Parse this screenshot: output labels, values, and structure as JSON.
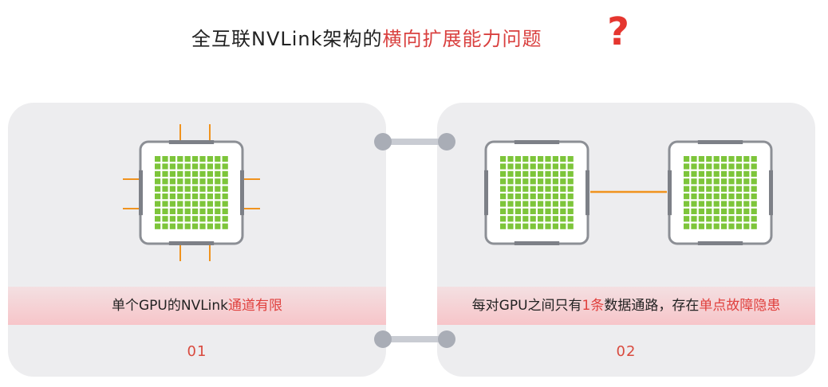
{
  "title": {
    "prefix": "全互联NVLink架构的",
    "highlight": "横向扩展能力问题",
    "question_mark": "?"
  },
  "panels": [
    {
      "caption_prefix": "单个GPU的NVLink",
      "caption_highlight": "通道有限",
      "number": "01"
    },
    {
      "caption_prefix": "每对GPU之间只有",
      "caption_highlight_1": "1条",
      "caption_middle": "数据通路，存在",
      "caption_highlight_2": "单点故障隐患",
      "number": "02"
    }
  ],
  "colors": {
    "accent": "#e5362f",
    "orange_link": "#f0931e",
    "chip_green": "#7dc53a",
    "card_bg": "#ededef",
    "band_pink": "#f7c5c9"
  },
  "icons": [
    "gpu-chip-icon",
    "nvlink-line-icon",
    "connector-link-icon"
  ]
}
